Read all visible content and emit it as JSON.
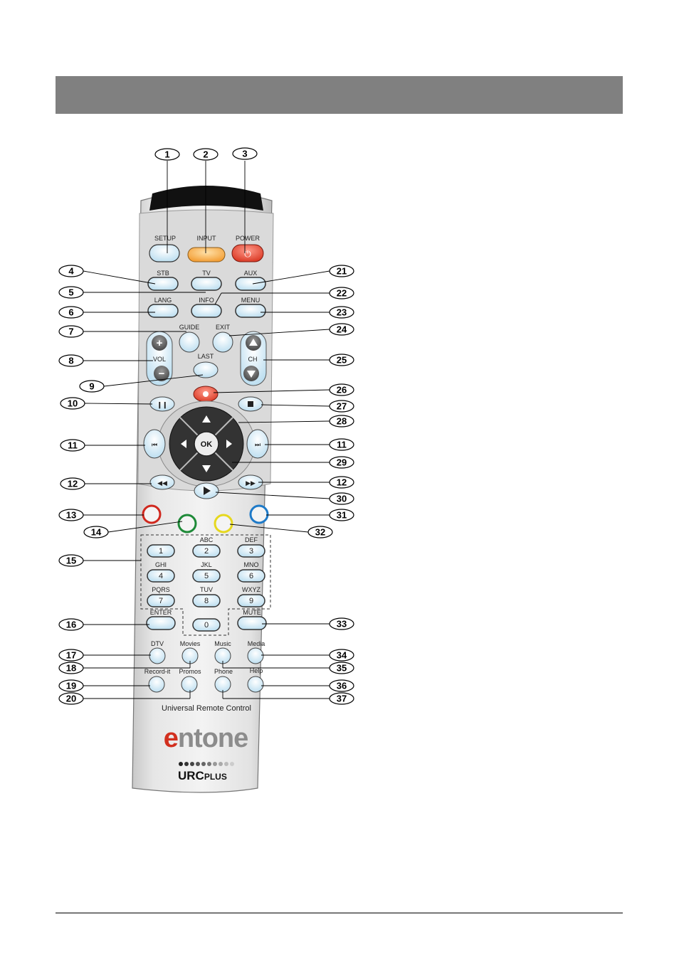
{
  "remote": {
    "buttons": {
      "setup": "SETUP",
      "input": "INPUT",
      "power": "POWER",
      "stb": "STB",
      "tv": "TV",
      "aux": "AUX",
      "lang": "LANG",
      "info": "INFO",
      "menu": "MENU",
      "guide": "GUIDE",
      "exit": "EXIT",
      "vol": "VOL",
      "ch": "CH",
      "last": "LAST",
      "ok": "OK",
      "enter": "ENTER",
      "mute": "MUTE",
      "dtv": "DTV",
      "movies": "Movies",
      "music": "Music",
      "media": "Media",
      "record_it": "Record-it",
      "promos": "Promos",
      "phone": "Phone",
      "help": "Help"
    },
    "keypad": [
      {
        "digit": "1",
        "letters": ""
      },
      {
        "digit": "2",
        "letters": "ABC"
      },
      {
        "digit": "3",
        "letters": "DEF"
      },
      {
        "digit": "4",
        "letters": "GHI"
      },
      {
        "digit": "5",
        "letters": "JKL"
      },
      {
        "digit": "6",
        "letters": "MNO"
      },
      {
        "digit": "7",
        "letters": "PQRS"
      },
      {
        "digit": "8",
        "letters": "TUV"
      },
      {
        "digit": "9",
        "letters": "WXYZ"
      },
      {
        "digit": "0",
        "letters": ""
      }
    ],
    "tagline": "Universal Remote Control",
    "brand": "entone",
    "sub_brand_main": "URC",
    "sub_brand_suffix": "PLUS"
  },
  "callouts": [
    "1",
    "2",
    "3",
    "4",
    "5",
    "6",
    "7",
    "8",
    "9",
    "10",
    "11",
    "12",
    "13",
    "14",
    "15",
    "16",
    "17",
    "18",
    "19",
    "20",
    "21",
    "22",
    "23",
    "24",
    "25",
    "26",
    "27",
    "28",
    "29",
    "11",
    "12",
    "30",
    "31",
    "32",
    "33",
    "34",
    "35",
    "36",
    "37"
  ]
}
